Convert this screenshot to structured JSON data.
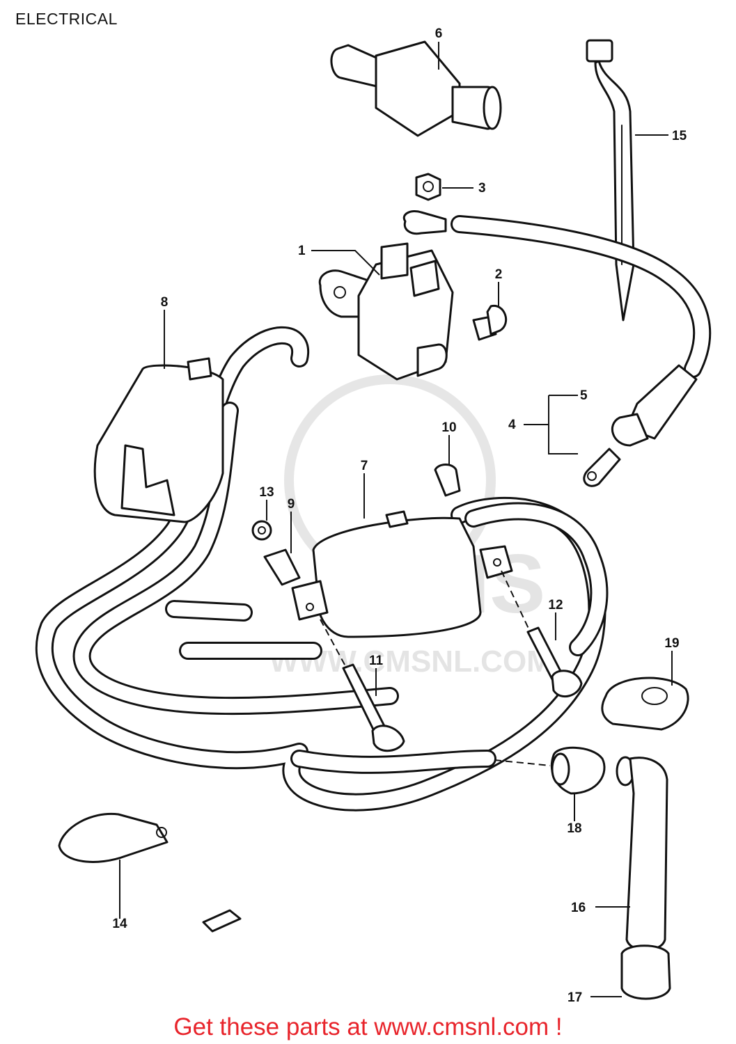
{
  "title": "ELECTRICAL",
  "watermark": {
    "brand": "CMS",
    "url": "WWW.CMSNL.COM"
  },
  "footer": {
    "text": "Get these parts at www.cmsnl.com !",
    "color": "#e8242b"
  },
  "callouts": [
    "1",
    "2",
    "3",
    "4",
    "5",
    "6",
    "7",
    "8",
    "9",
    "10",
    "11",
    "12",
    "13",
    "14",
    "15",
    "16",
    "17",
    "18",
    "19"
  ],
  "icons": [
    "ignition-coil",
    "starter-relay",
    "fuse-holder",
    "spark-plug-cap",
    "cable-clamp",
    "bolt",
    "grommet",
    "wiring-harness"
  ]
}
